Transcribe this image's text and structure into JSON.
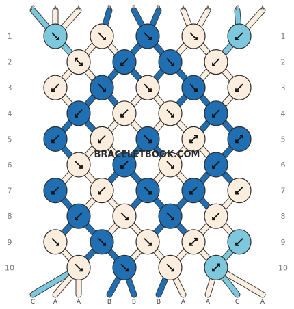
{
  "watermark": "BRACELETBOOK.COM",
  "colors": {
    "C": "#7EC8DD",
    "A": "#FBEEDF",
    "B": "#1F6FB2"
  },
  "strands": {
    "top": [
      "C",
      "A",
      "A",
      "B",
      "B",
      "B",
      "A",
      "A",
      "C",
      "A"
    ],
    "bottom": [
      "C",
      "A",
      "A",
      "B",
      "B",
      "B",
      "A",
      "A",
      "C",
      "A"
    ]
  },
  "row_labels": [
    "1",
    "2",
    "3",
    "4",
    "5",
    "6",
    "7",
    "8",
    "9",
    "10"
  ],
  "knots": [
    [
      {
        "c": "C",
        "d": "se"
      },
      {
        "c": "A",
        "d": "se"
      },
      {
        "c": "B",
        "d": "se"
      },
      {
        "c": "A",
        "d": "se"
      },
      {
        "c": "C",
        "d": "sw"
      }
    ],
    [
      {
        "c": "A",
        "d": "fs"
      },
      {
        "c": "B",
        "d": "sw"
      },
      {
        "c": "B",
        "d": "se"
      },
      {
        "c": "A",
        "d": "sw"
      }
    ],
    [
      {
        "c": "A",
        "d": "sw"
      },
      {
        "c": "B",
        "d": "se"
      },
      {
        "c": "A",
        "d": "se"
      },
      {
        "c": "B",
        "d": "se"
      },
      {
        "c": "A",
        "d": "sw"
      }
    ],
    [
      {
        "c": "B",
        "d": "sw"
      },
      {
        "c": "A",
        "d": "sw"
      },
      {
        "c": "A",
        "d": "se"
      },
      {
        "c": "B",
        "d": "sw"
      }
    ],
    [
      {
        "c": "B",
        "d": "sw"
      },
      {
        "c": "A",
        "d": "sw"
      },
      {
        "c": "B",
        "d": "se"
      },
      {
        "c": "A",
        "d": "bs"
      },
      {
        "c": "B",
        "d": "bs"
      }
    ],
    [
      {
        "c": "A",
        "d": "se"
      },
      {
        "c": "B",
        "d": "sw"
      },
      {
        "c": "A",
        "d": "se"
      },
      {
        "c": "B",
        "d": "sw"
      }
    ],
    [
      {
        "c": "B",
        "d": "sw"
      },
      {
        "c": "A",
        "d": "sw"
      },
      {
        "c": "B",
        "d": "se"
      },
      {
        "c": "B",
        "d": "sw"
      },
      {
        "c": "A",
        "d": "sw"
      }
    ],
    [
      {
        "c": "B",
        "d": "sw"
      },
      {
        "c": "A",
        "d": "se"
      },
      {
        "c": "B",
        "d": "se"
      },
      {
        "c": "A",
        "d": "sw"
      }
    ],
    [
      {
        "c": "A",
        "d": "se"
      },
      {
        "c": "B",
        "d": "se"
      },
      {
        "c": "A",
        "d": "se"
      },
      {
        "c": "A",
        "d": "bs"
      },
      {
        "c": "C",
        "d": "sw"
      }
    ],
    [
      {
        "c": "A",
        "d": "se"
      },
      {
        "c": "B",
        "d": "se"
      },
      {
        "c": "A",
        "d": "se"
      },
      {
        "c": "C",
        "d": "bs"
      }
    ]
  ]
}
